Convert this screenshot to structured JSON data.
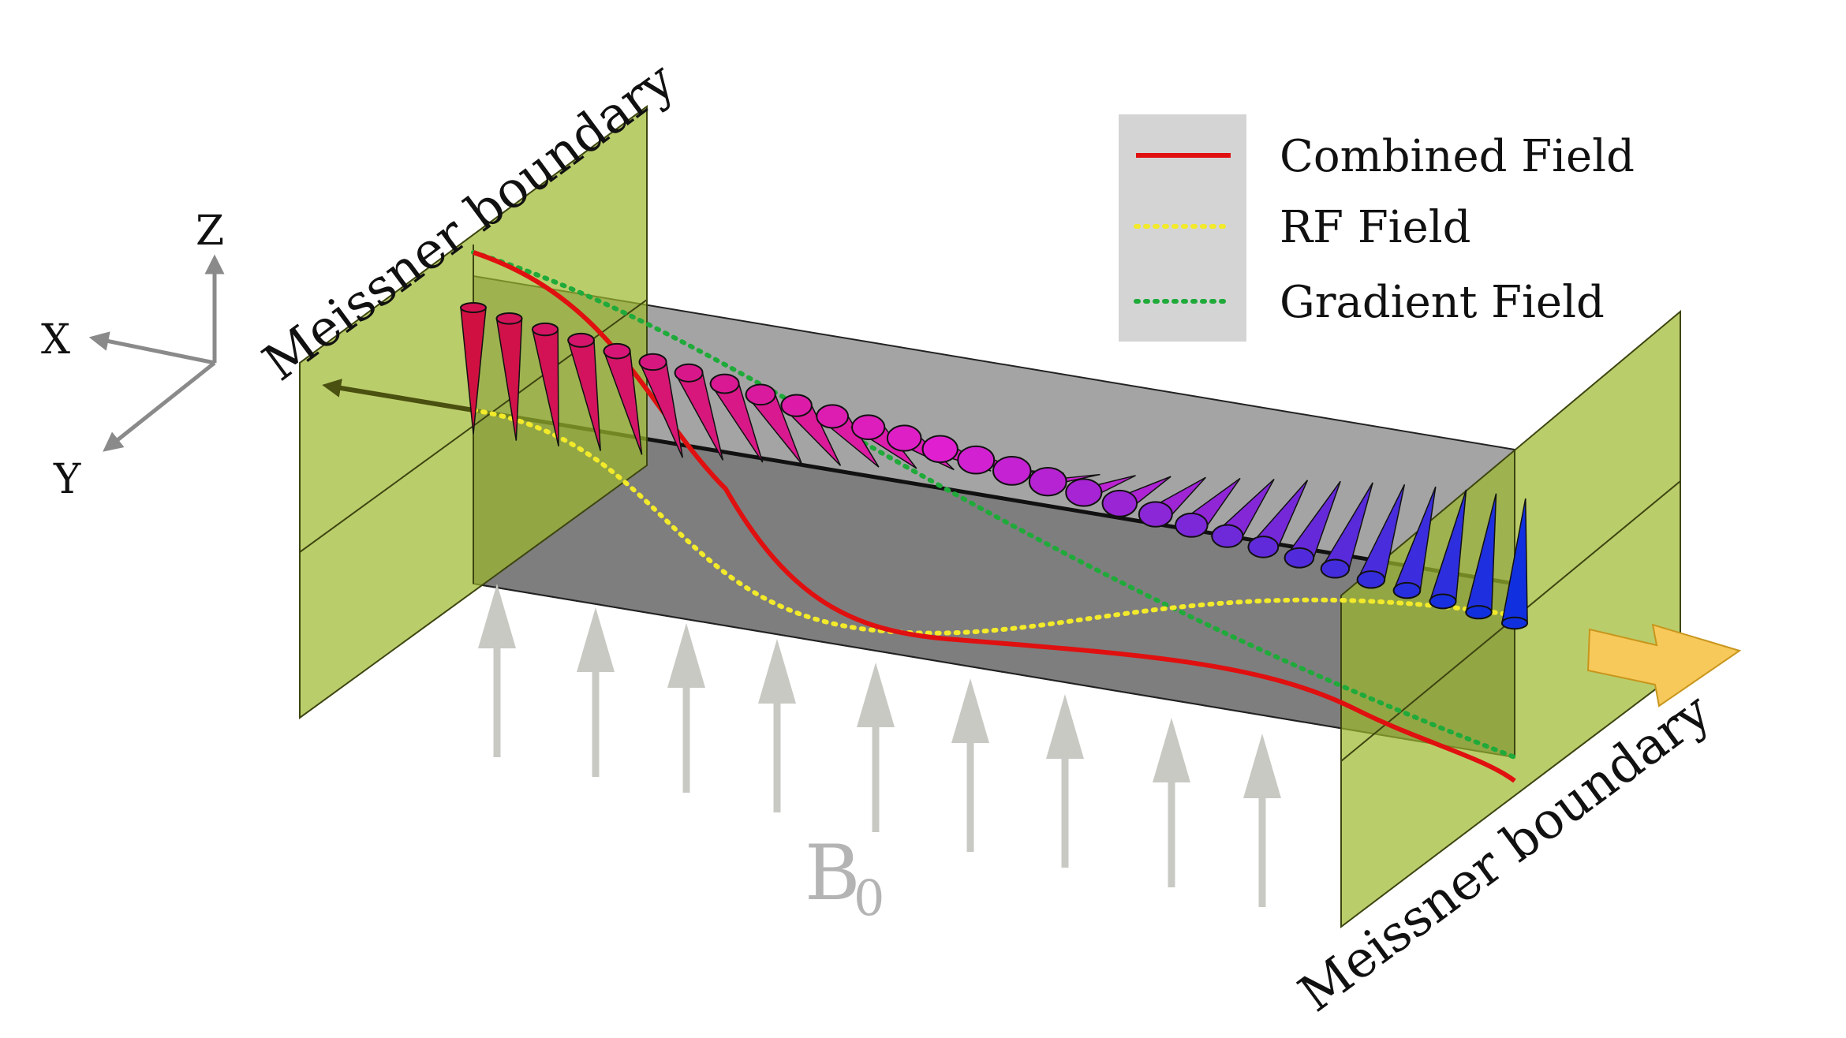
{
  "labels": {
    "meissner_left": "Meissner boundary",
    "meissner_right": "Meissner boundary",
    "b0_main": "B",
    "b0_sub": "0",
    "axis_x": "X",
    "axis_y": "Y",
    "axis_z": "Z"
  },
  "legend": {
    "items": [
      {
        "label": "Combined Field",
        "color": "#e01010",
        "style": "solid"
      },
      {
        "label": "RF Field",
        "color": "#f2ea2a",
        "style": "dotted"
      },
      {
        "label": "Gradient Field",
        "color": "#1faa3a",
        "style": "dotted"
      }
    ]
  },
  "colors": {
    "boundary_plane": "#9db82c",
    "slab": "#5a5a5a",
    "b0_arrow": "#c9c9c4",
    "input_arrow": "#f7c85a",
    "cone_start": "#d01040",
    "cone_mid": "#e020d0",
    "cone_end": "#1030e0"
  },
  "icons": {
    "axes": "xyz-axes-icon",
    "input": "incoming-arrow-icon"
  }
}
